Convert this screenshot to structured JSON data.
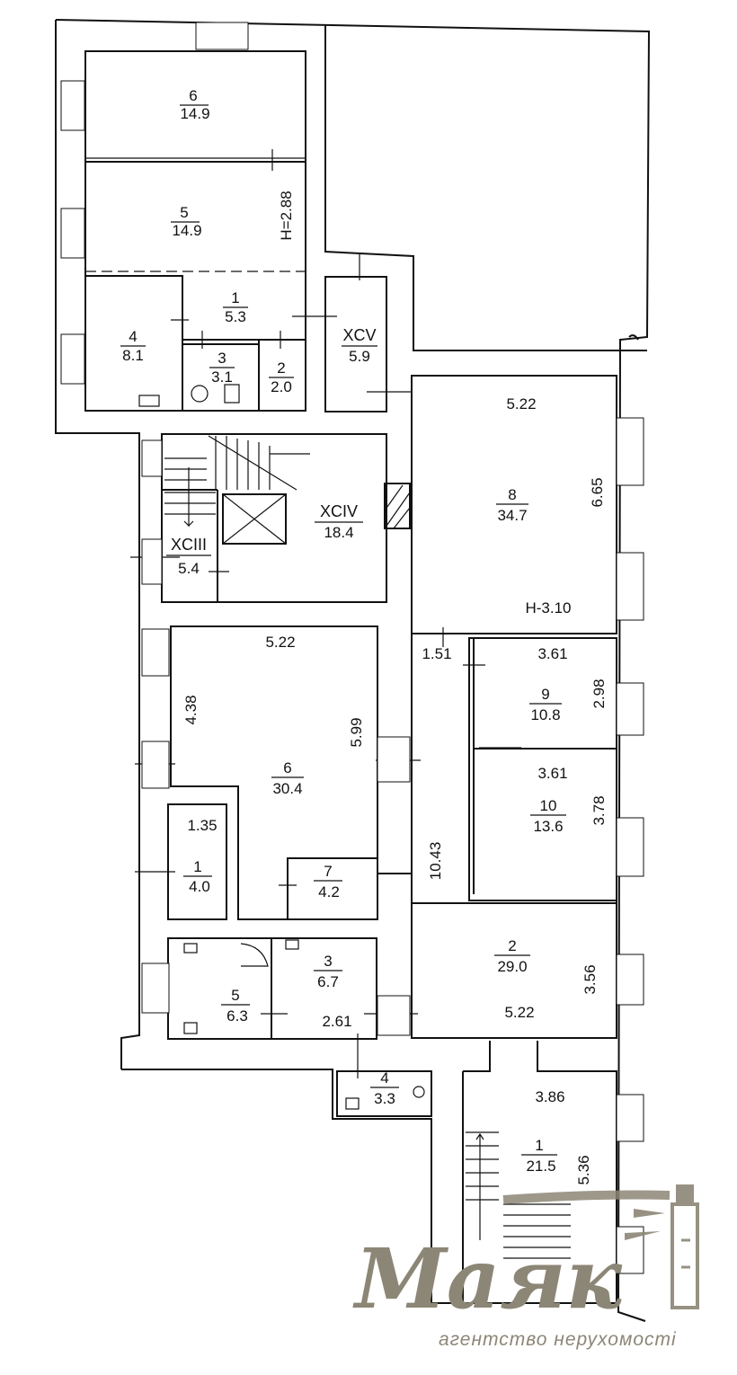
{
  "rooms": [
    {
      "id": "r6_top",
      "number": "6",
      "area": "14.9"
    },
    {
      "id": "r5_top",
      "number": "5",
      "area": "14.9"
    },
    {
      "id": "r1_top",
      "number": "1",
      "area": "5.3"
    },
    {
      "id": "r4_top",
      "number": "4",
      "area": "8.1"
    },
    {
      "id": "r3_top",
      "number": "3",
      "area": "3.1"
    },
    {
      "id": "r2_top",
      "number": "2",
      "area": "2.0"
    },
    {
      "id": "rXCV",
      "number": "XCV",
      "area": "5.9"
    },
    {
      "id": "rXCIV",
      "number": "XCIV",
      "area": "18.4"
    },
    {
      "id": "rXCIII",
      "number": "XCIII",
      "area": "5.4"
    },
    {
      "id": "r8",
      "number": "8",
      "area": "34.7"
    },
    {
      "id": "r9",
      "number": "9",
      "area": "10.8"
    },
    {
      "id": "r10",
      "number": "10",
      "area": "13.6"
    },
    {
      "id": "r6_mid",
      "number": "6",
      "area": "30.4"
    },
    {
      "id": "r1_mid",
      "number": "1",
      "area": "4.0"
    },
    {
      "id": "r7_mid",
      "number": "7",
      "area": "4.2"
    },
    {
      "id": "r3_low",
      "number": "3",
      "area": "6.7"
    },
    {
      "id": "r5_low",
      "number": "5",
      "area": "6.3"
    },
    {
      "id": "r4_low",
      "number": "4",
      "area": "3.3"
    },
    {
      "id": "r2_low",
      "number": "2",
      "area": "29.0"
    },
    {
      "id": "r1_low",
      "number": "1",
      "area": "21.5"
    }
  ],
  "dimensions": {
    "h_top": "Н=2.88",
    "r8_width": "5.22",
    "r8_height": "6.65",
    "r8_ceiling": "Н-3.10",
    "corridor_width": "1.51",
    "r9_width": "3.61",
    "r9_height": "2.98",
    "r10_width": "3.61",
    "r10_height": "3.78",
    "r6_width": "5.22",
    "r6_left": "4.38",
    "r6_right": "5.99",
    "r1_width": "1.35",
    "corridor_length": "10.43",
    "r2_height": "3.56",
    "r2_width": "5.22",
    "r3_width": "2.61",
    "r1_low_width": "3.86",
    "r1_low_height": "5.36"
  },
  "watermark": {
    "brand": "Маяк",
    "tagline": "агентство нерухомості"
  },
  "colors": {
    "wall": "#111111",
    "watermark": "#8c8676"
  }
}
